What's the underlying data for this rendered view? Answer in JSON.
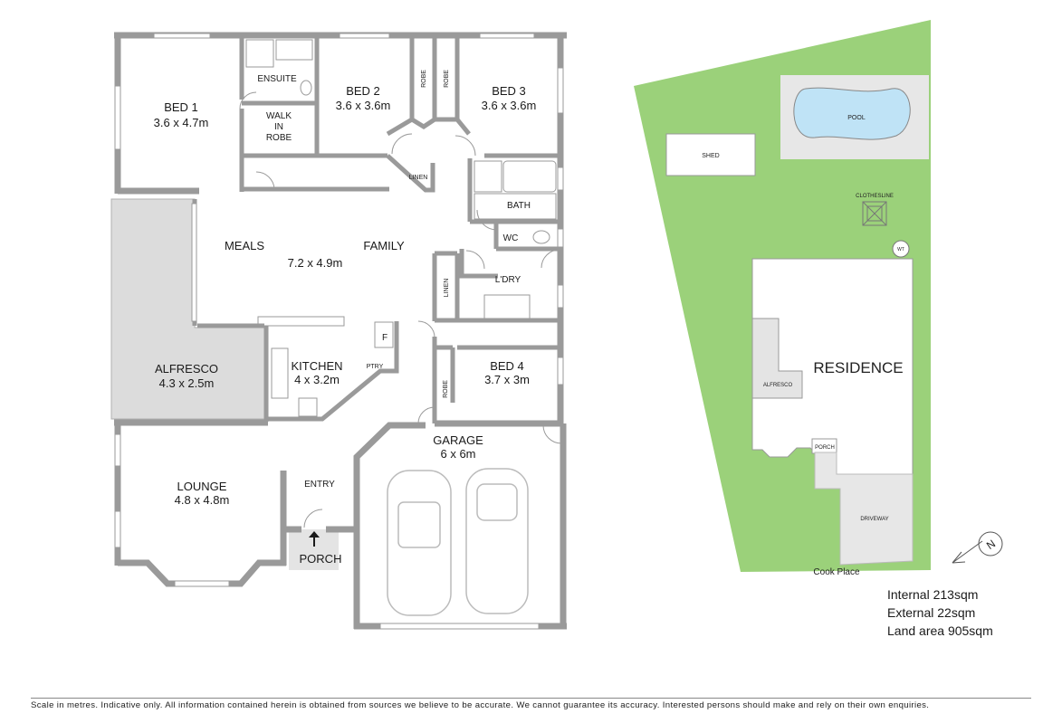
{
  "rooms": {
    "bed1": {
      "name": "BED 1",
      "size": "3.6 x 4.7m"
    },
    "bed2": {
      "name": "BED 2",
      "size": "3.6 x 3.6m"
    },
    "bed3": {
      "name": "BED 3",
      "size": "3.6 x 3.6m"
    },
    "bed4": {
      "name": "BED 4",
      "size": "3.7 x 3m"
    },
    "ensuite": "ENSUITE",
    "walk_in_robe": [
      "WALK",
      "IN",
      "ROBE"
    ],
    "robe": "ROBE",
    "linen": "LINEN",
    "bath": "BATH",
    "wc": "WC",
    "laundry": "L'DRY",
    "meals": "MEALS",
    "family": "FAMILY",
    "family_size": "7.2 x 4.9m",
    "kitchen": {
      "name": "KITCHEN",
      "size": "4 x 3.2m"
    },
    "pantry": "PTRY",
    "fridge": "F",
    "alfresco": {
      "name": "ALFRESCO",
      "size": "4.3 x 2.5m"
    },
    "lounge": {
      "name": "LOUNGE",
      "size": "4.8 x 4.8m"
    },
    "entry": "ENTRY",
    "porch": "PORCH",
    "garage": {
      "name": "GARAGE",
      "size": "6 x 6m"
    }
  },
  "site": {
    "pool": "POOL",
    "shed": "SHED",
    "clothesline": "CLOTHESLINE",
    "water_tank": "WT",
    "residence": "RESIDENCE",
    "alfresco": "ALFRESCO",
    "porch": "PORCH",
    "driveway": "DRIVEWAY",
    "street": "Cook Place",
    "compass": "N"
  },
  "areas": {
    "internal": "Internal 213sqm",
    "external": "External 22sqm",
    "land": "Land area 905sqm"
  },
  "disclaimer": "Scale in metres. Indicative only. All information contained herein is obtained from sources we believe to be accurate. We cannot guarantee its accuracy. Interested persons should make and rely on their own enquiries.",
  "colors": {
    "wall": "#9a9a9a",
    "alfresco_fill": "#dcdcdc",
    "lawn": "#9bd17a",
    "pool": "#bfe3f6",
    "paving": "#e7e7e7"
  }
}
